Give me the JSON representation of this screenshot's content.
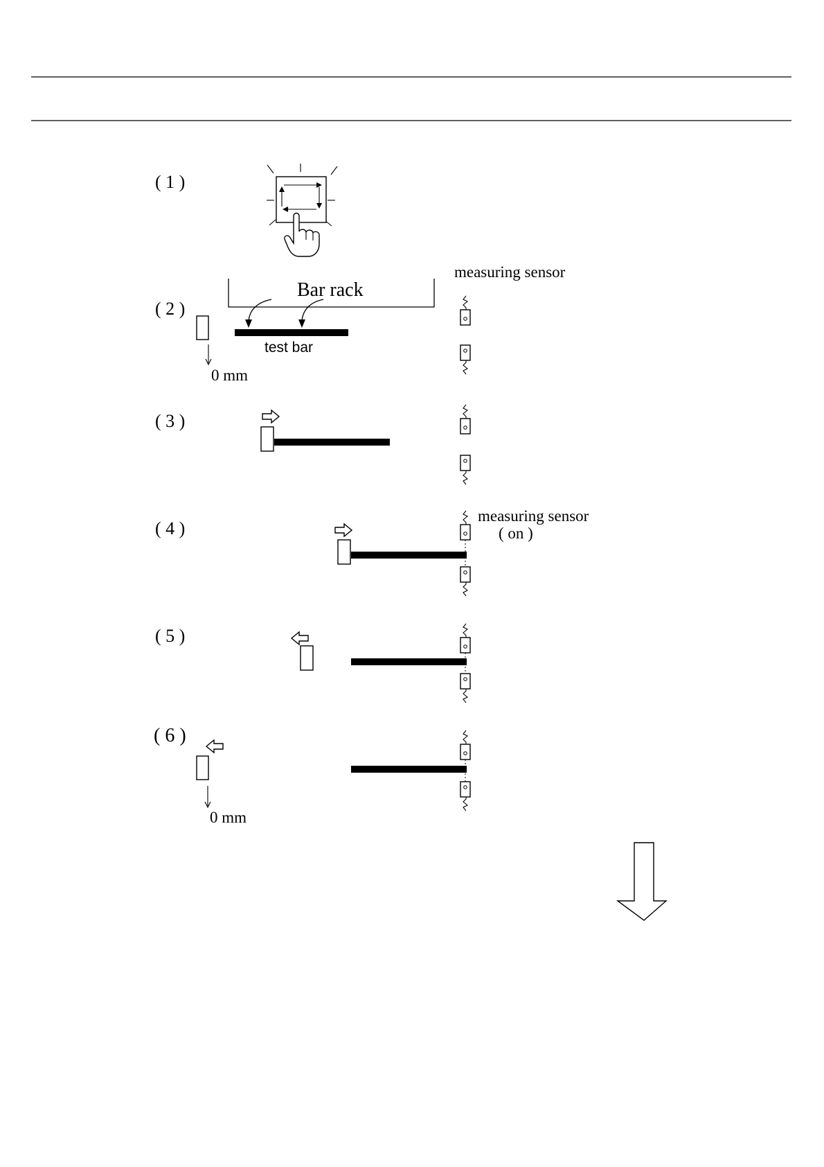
{
  "steps": [
    {
      "label": "( 1 )"
    },
    {
      "label": "( 2 )"
    },
    {
      "label": "( 3 )"
    },
    {
      "label": "( 4 )"
    },
    {
      "label": "( 5 )"
    },
    {
      "label": "( 6 )"
    }
  ],
  "labels": {
    "measuring_sensor_top": "measuring sensor",
    "bar_rack": "Bar rack",
    "test_bar": "test bar",
    "zero_mm_step2": "0 mm",
    "measuring_sensor_step4": "measuring sensor",
    "on": "( on )",
    "zero_mm_step6": "0 mm"
  },
  "icons": {
    "start_button": "touch-start-button-icon",
    "pusher": "pusher-block-icon",
    "sensor": "measuring-sensor-icon",
    "direction_right": "hollow-arrow-right-icon",
    "direction_left": "hollow-arrow-left-icon",
    "continue": "large-down-arrow-icon"
  },
  "colors": {
    "ink": "#000000",
    "page": "#ffffff"
  }
}
